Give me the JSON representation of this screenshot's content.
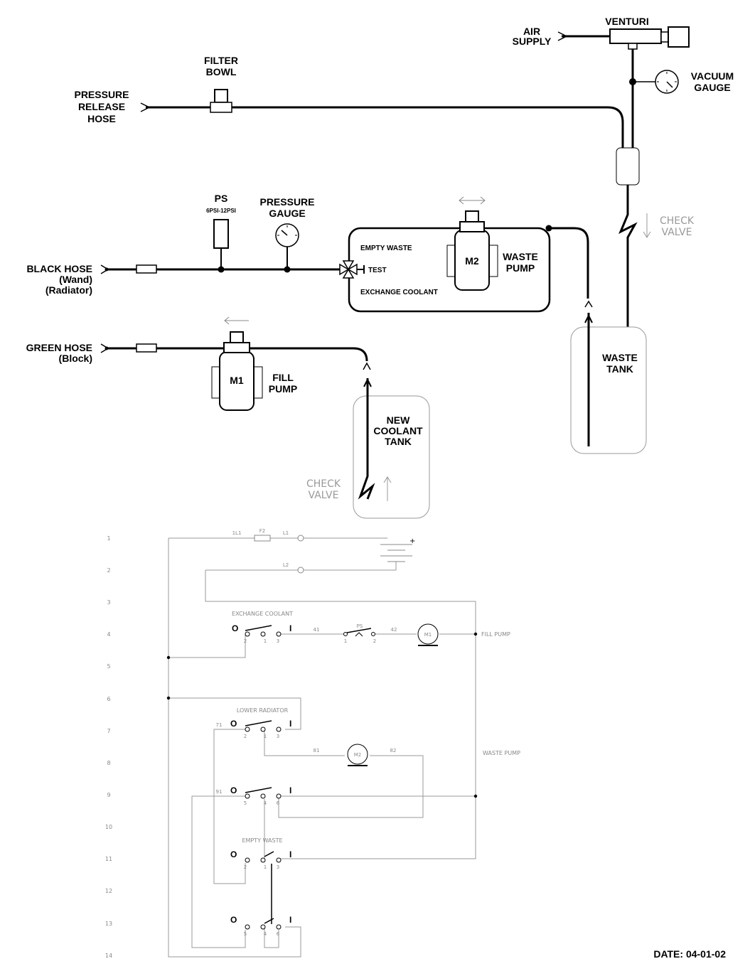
{
  "labels": {
    "venturi": "VENTURI",
    "air_supply_1": "AIR",
    "air_supply_2": "SUPPLY",
    "vacuum_gauge_1": "VACUUM",
    "vacuum_gauge_2": "GAUGE",
    "filter_bowl_1": "FILTER",
    "filter_bowl_2": "BOWL",
    "pressure_release_1": "PRESSURE",
    "pressure_release_2": "RELEASE",
    "pressure_release_3": "HOSE",
    "ps": "PS",
    "ps_range": "6PSI-12PSI",
    "pressure_gauge_1": "PRESSURE",
    "pressure_gauge_2": "GAUGE",
    "black_hose": "BLACK HOSE",
    "wand": "(Wand)",
    "radiator": "(Radiator)",
    "green_hose": "GREEN HOSE",
    "block": "(Block)",
    "empty_waste": "EMPTY WASTE",
    "test": "TEST",
    "exchange_coolant": "EXCHANGE COOLANT",
    "m2": "M2",
    "waste_pump_1": "WASTE",
    "waste_pump_2": "PUMP",
    "m1": "M1",
    "fill_pump_1": "FILL",
    "fill_pump_2": "PUMP",
    "check_valve_1": "CHECK",
    "check_valve_2": "VALVE",
    "waste_tank_1": "WASTE",
    "waste_tank_2": "TANK",
    "new_coolant_1": "NEW",
    "new_coolant_2": "COOLANT",
    "new_coolant_3": "TANK",
    "date": "DATE: 04-01-02"
  },
  "schematic": {
    "rows": [
      "1",
      "2",
      "3",
      "4",
      "5",
      "6",
      "7",
      "8",
      "9",
      "10",
      "11",
      "12",
      "13",
      "14"
    ],
    "wire_1l1": "1L1",
    "fuse_f2": "F2",
    "wire_l1": "L1",
    "wire_l2": "L2",
    "plus": "+",
    "exchange_coolant": "EXCHANGE COOLANT",
    "lower_radiator": "LOWER RADIATOR",
    "empty_waste": "EMPTY WASTE",
    "fill_pump": "FILL PUMP",
    "waste_pump": "WASTE PUMP",
    "motor_m1": "M1",
    "motor_m2": "M2",
    "ps": "PS",
    "wire_41": "41",
    "wire_42": "42",
    "wire_71": "71",
    "wire_81": "81",
    "wire_82": "82",
    "wire_91": "91",
    "sw_off": "O",
    "sw_on": "I",
    "t1": "1",
    "t2": "2",
    "t3": "3",
    "t4": "4",
    "t5": "5",
    "t6": "6"
  }
}
